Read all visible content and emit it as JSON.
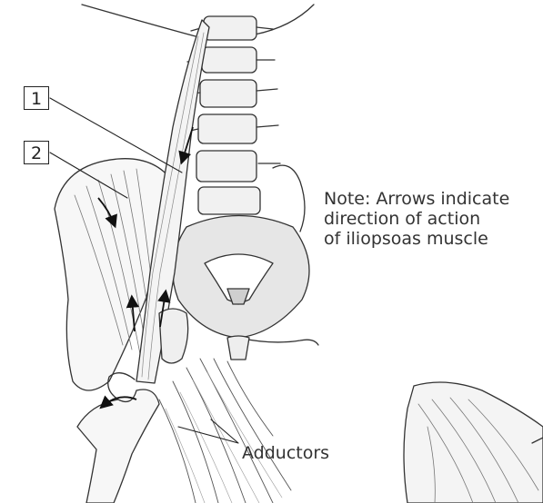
{
  "labels": {
    "label_1": "1",
    "label_2": "2"
  },
  "note": {
    "line1": "Note: Arrows indicate",
    "line2": "direction of action",
    "line3": "of iliopsoas muscle"
  },
  "adductors_label": "Adductors",
  "colors": {
    "ink": "#333333",
    "shade": "#d9d9d9",
    "bone": "#f2f2f2"
  }
}
